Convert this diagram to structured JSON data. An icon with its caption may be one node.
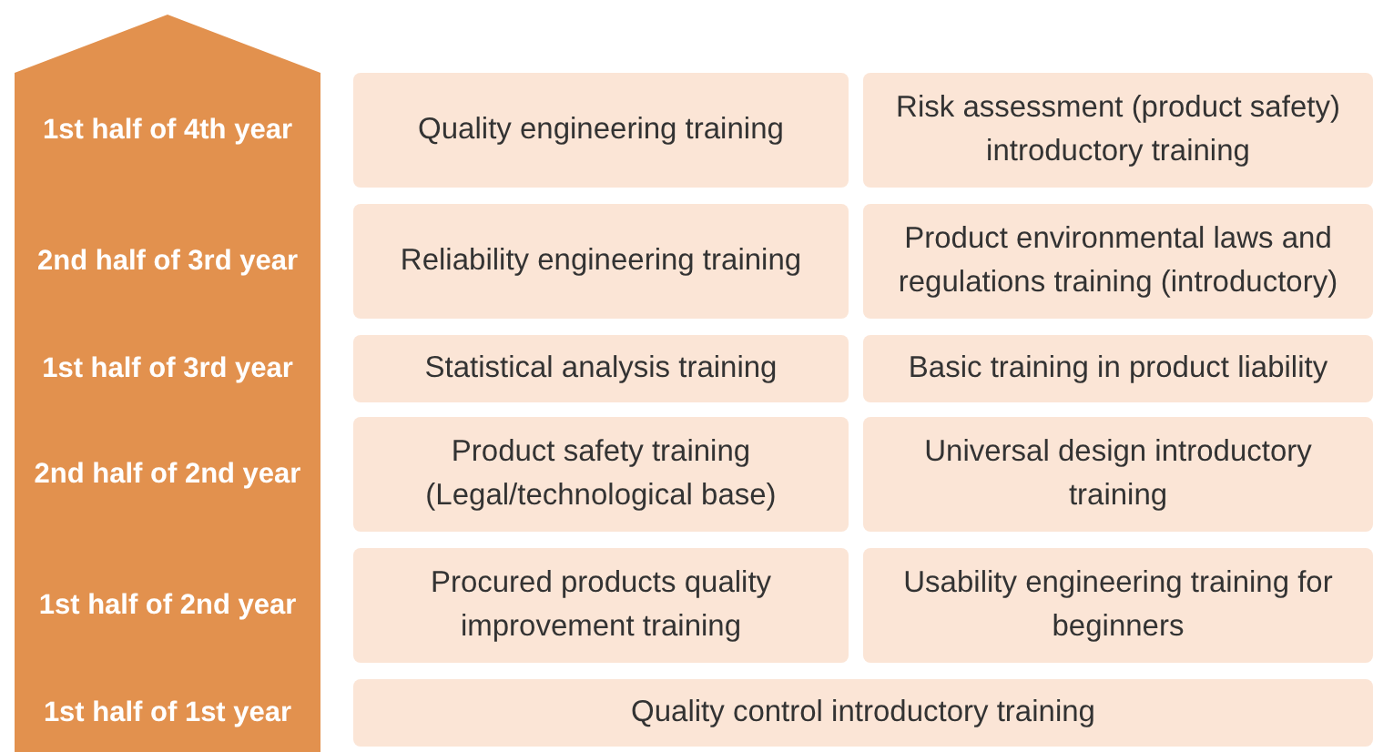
{
  "diagram": {
    "nodes": [
      {
        "text": [
          "1st half of 4th year",
          "2nd half of 3rd year",
          "1st half of 3rd year",
          "2nd half of 2nd year",
          "1st half of 2nd year",
          "1st half of 1st year"
        ]
      },
      {
        "text": [
          "Quality engineering training"
        ]
      },
      {
        "text": [
          "Risk assessment (product safety) introductory training"
        ]
      },
      {
        "text": [
          "Reliability engineering training"
        ]
      },
      {
        "text": [
          "Product environmental laws and regulations training (introductory)"
        ]
      },
      {
        "text": [
          "Statistical analysis training"
        ]
      },
      {
        "text": [
          "Basic training in product liability"
        ]
      },
      {
        "text": [
          "Product safety training (Legal/technological base)"
        ]
      },
      {
        "text": [
          "Universal design introductory training"
        ]
      },
      {
        "text": [
          "Procured products quality improvement training"
        ]
      },
      {
        "text": [
          "Usability engineering training for beginners"
        ]
      },
      {
        "text": [
          "Quality control introductory training"
        ]
      }
    ],
    "edges": []
  }
}
